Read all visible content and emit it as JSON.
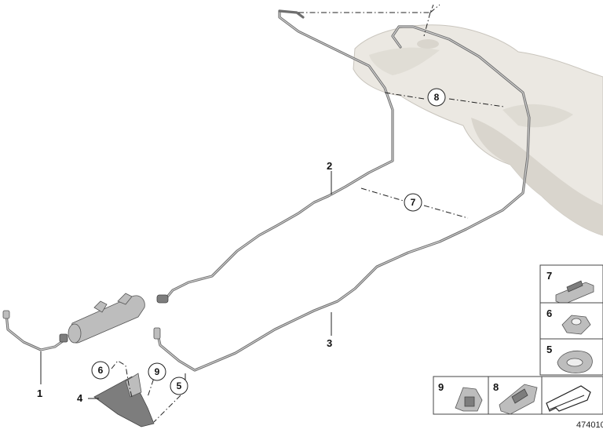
{
  "callouts": {
    "c1": "1",
    "c2": "2",
    "c3": "3",
    "c4": "4",
    "c5": "5",
    "c6": "6",
    "c7": "7",
    "c8": "8",
    "c9": "9"
  },
  "legend": {
    "p7": "7",
    "p6": "6",
    "p5": "5",
    "p9": "9",
    "p8": "8"
  },
  "doc_id": "474010"
}
